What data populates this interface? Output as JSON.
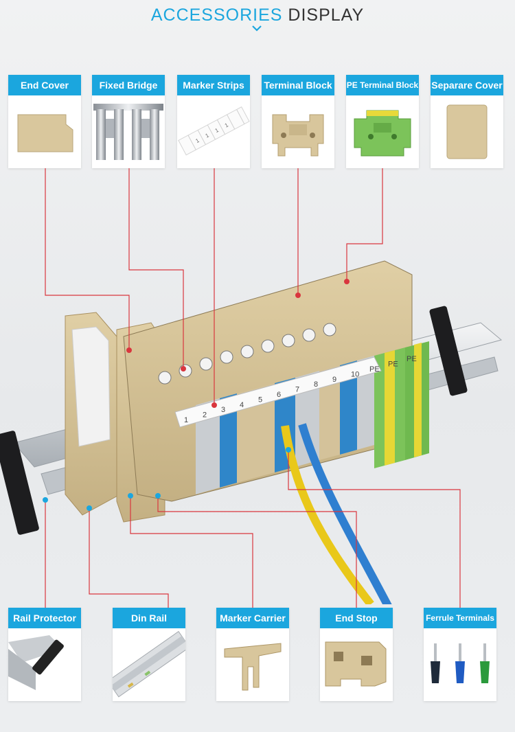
{
  "header": {
    "title_accent": "ACCESSORIES",
    "title_rest": "DISPLAY"
  },
  "colors": {
    "accent": "#1ba6de",
    "line": "#d9363e",
    "beige": "#d4c29a",
    "blue": "#2f86c9",
    "grey": "#c8ccd0",
    "pe_green": "#5bbf4d",
    "pe_yellow": "#e6d735"
  },
  "top_accessories": [
    {
      "label": "End Cover",
      "icon": "end-cover-image"
    },
    {
      "label": "Fixed Bridge",
      "icon": "fixed-bridge-image"
    },
    {
      "label": "Marker Strips",
      "icon": "marker-strips-image"
    },
    {
      "label": "Terminal Block",
      "icon": "terminal-block-image"
    },
    {
      "label": "PE Terminal Block",
      "icon": "pe-terminal-block-image"
    },
    {
      "label": "Separare Cover",
      "icon": "separate-cover-image"
    }
  ],
  "bottom_accessories": [
    {
      "label": "Rail Protector",
      "icon": "rail-protector-image"
    },
    {
      "label": "Din Rail",
      "icon": "din-rail-image"
    },
    {
      "label": "Marker Carrier",
      "icon": "marker-carrier-image"
    },
    {
      "label": "End Stop",
      "icon": "end-stop-image"
    },
    {
      "label": "Ferrule Terminals",
      "icon": "ferrule-terminals-image"
    }
  ],
  "terminal_markers": [
    "1",
    "2",
    "3",
    "4",
    "5",
    "6",
    "7",
    "8",
    "9",
    "10",
    "PE",
    "PE",
    "PE"
  ]
}
